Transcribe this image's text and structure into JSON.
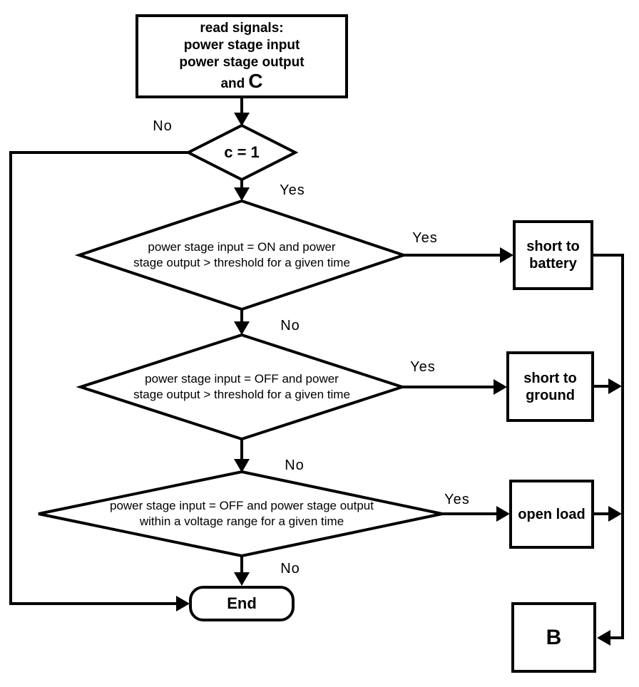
{
  "diagram_type": "flowchart",
  "colors": {
    "ink": "#000000",
    "background": "#ffffff"
  },
  "nodes": {
    "read_signals": {
      "line1": "read signals:",
      "line2": "power stage input",
      "line3": "power stage output",
      "line4_prefix": "and",
      "line4_var": "C"
    },
    "check_c": {
      "label": "c = 1"
    },
    "check_short_battery": {
      "label": "power stage input = ON and power\nstage output > threshold for a given time"
    },
    "check_short_ground": {
      "label": "power stage input = OFF and power\nstage output > threshold for a given time"
    },
    "check_open_load": {
      "label": "power stage input = OFF and power stage output\nwithin a voltage range for a given time"
    },
    "short_to_battery": {
      "label": "short to\nbattery"
    },
    "short_to_ground": {
      "label": "short to\nground"
    },
    "open_load": {
      "label": "open load"
    },
    "end": {
      "label": "End"
    },
    "b_connector": {
      "label": "B"
    }
  },
  "edge_labels": {
    "c_no": "No",
    "c_yes": "Yes",
    "battery_yes": "Yes",
    "battery_no": "No",
    "ground_yes": "Yes",
    "ground_no": "No",
    "open_yes": "Yes",
    "open_no": "No"
  }
}
